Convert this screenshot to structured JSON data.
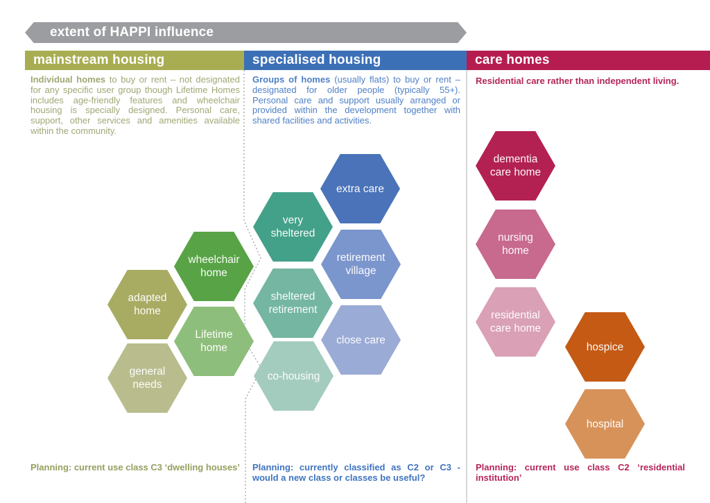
{
  "banner": {
    "title": "extent of HAPPI influence",
    "bg_color": "#9b9da0"
  },
  "columns": [
    {
      "header": "mainstream housing",
      "header_color": "#a8ad51",
      "text_color": "#a1a775",
      "intro_lead": "Individual homes",
      "intro_body": " to buy or rent – not designated for any specific user group though Lifetime Homes includes age-friendly features and wheelchair housing is specially designed.  Personal care, support, other services and amenities available within the community.",
      "planning": "Planning: current use class C3 ‘dwelling houses’",
      "planning_color": "#94a05e",
      "hexagons": [
        {
          "label": "wheelchair home",
          "color": "#58a346"
        },
        {
          "label": "adapted home",
          "color": "#a8ab62"
        },
        {
          "label": "Lifetime home",
          "color": "#8ebe7b"
        },
        {
          "label": "general needs",
          "color": "#b9bd8e"
        }
      ]
    },
    {
      "header": "specialised housing",
      "header_color": "#3c70b6",
      "text_color": "#4f80c6",
      "intro_lead": "Groups of homes",
      "intro_body": " (usually flats) to buy or rent – designated for older people (typically 55+). Personal care and support usually arranged or provided within the development together with shared facilities and activities.",
      "planning": "Planning: currently classified as C2 or C3 - would a new class or classes be useful?",
      "planning_color": "#3f74c0",
      "hexagons": [
        {
          "label": "extra care",
          "color": "#4a73b9"
        },
        {
          "label": "very sheltered",
          "color": "#43a189"
        },
        {
          "label": "retirement village",
          "color": "#7b95cd"
        },
        {
          "label": "sheltered retirement",
          "color": "#74b6a2"
        },
        {
          "label": "close care",
          "color": "#9aabd6"
        },
        {
          "label": "co-housing",
          "color": "#a4ccbe"
        }
      ]
    },
    {
      "header": "care homes",
      "header_color": "#b51d50",
      "text_color": "#b5255a",
      "intro_lead": "Residential care rather than independent living.",
      "intro_body": "",
      "planning": "Planning: current use class C2 ‘residential institution’",
      "planning_color": "#b5255a",
      "hexagons": [
        {
          "label": "dementia care home",
          "color": "#b32153"
        },
        {
          "label": "nursing home",
          "color": "#c8698e"
        },
        {
          "label": "residential care home",
          "color": "#d9a0b6"
        },
        {
          "label": "hospice",
          "color": "#c45a14"
        },
        {
          "label": "hospital",
          "color": "#d79259"
        }
      ]
    }
  ],
  "dividers": {
    "dotted_color": "#999999",
    "solid_color": "#bfbfbf"
  }
}
